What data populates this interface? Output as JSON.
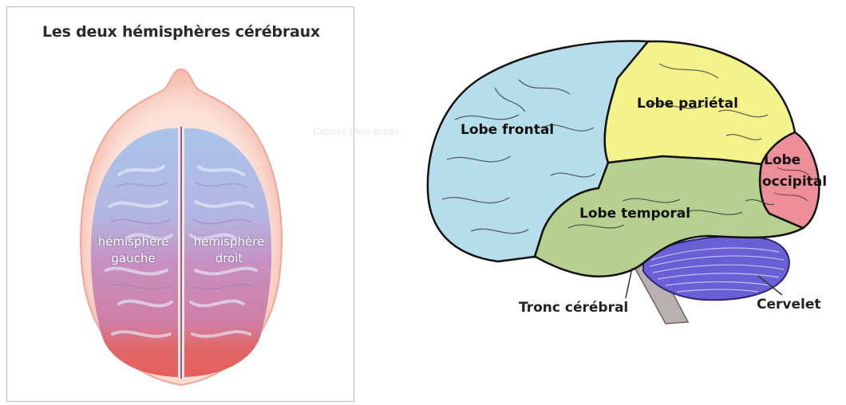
{
  "left": {
    "title": "Les deux hémisphères cérébraux",
    "left_hemisphere_line1": "hémisphère",
    "left_hemisphere_line2": "gauche",
    "right_hemisphere_line1": "hémisphère",
    "right_hemisphere_line2": "droit"
  },
  "right": {
    "frontal": "Lobe frontal",
    "parietal": "Lobe pariétal",
    "occipital_line1": "Lobe",
    "occipital_line2": "occipital",
    "temporal": "Lobe temporal",
    "brainstem": "Tronc cérébral",
    "cerebellum": "Cervelet"
  },
  "watermark": "Capture Plein écran",
  "colors": {
    "frontal": "#b7dcea",
    "parietal": "#f4f28a",
    "occipital": "#ec8f98",
    "temporal": "#b6d08f",
    "cerebellum": "#6b5fd6",
    "brainstem": "#b9b0b0",
    "head_skin": "#f7c9bd"
  }
}
